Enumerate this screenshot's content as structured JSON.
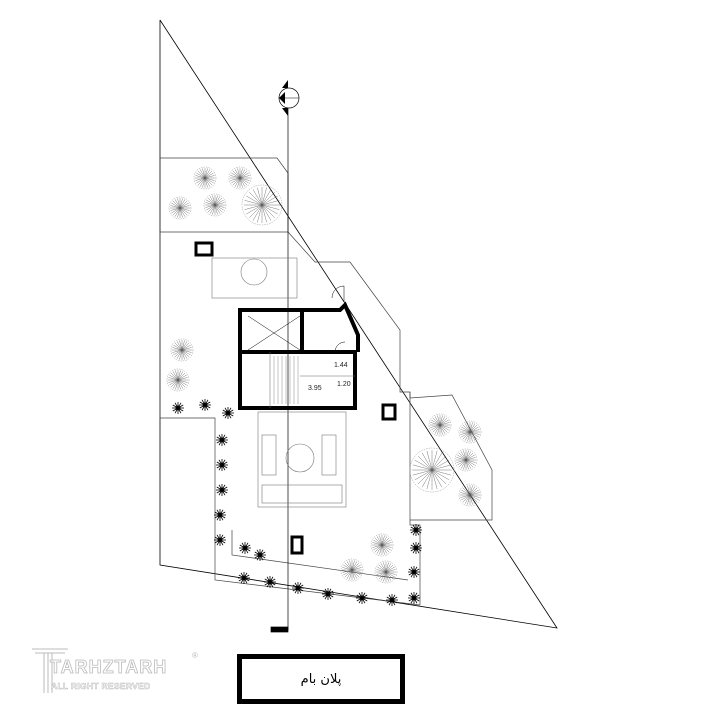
{
  "drawing": {
    "title": "پلان بام",
    "dimensions": {
      "stair_width_upper": "1.44",
      "stair_width_lower": "1.20",
      "stair_length": "3.95"
    },
    "north_arrow": "north-arrow-icon"
  },
  "watermark": {
    "brand": "TARHZTARH",
    "subtitle": "ALL RIGHT RESERVED",
    "registered": "®"
  },
  "colors": {
    "line": "#000000",
    "watermark": "#bbbbbb"
  }
}
